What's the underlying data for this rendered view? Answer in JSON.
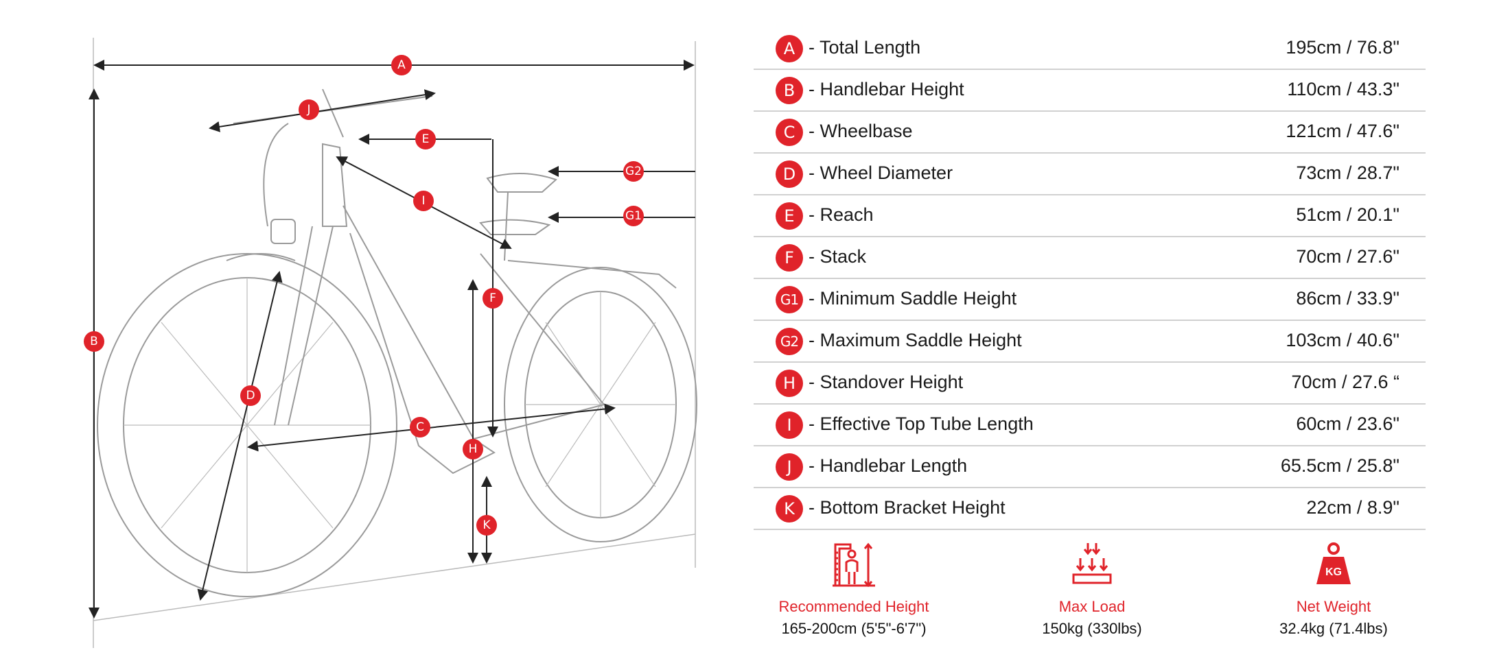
{
  "diagram": {
    "labels": [
      "A",
      "B",
      "C",
      "D",
      "E",
      "F",
      "G1",
      "G2",
      "H",
      "I",
      "J",
      "K"
    ],
    "accent_color": "#e0232a"
  },
  "specs": [
    {
      "key": "A",
      "label": "- Total Length",
      "value": "195cm / 76.8\""
    },
    {
      "key": "B",
      "label": "- Handlebar Height",
      "value": "110cm / 43.3\""
    },
    {
      "key": "C",
      "label": "- Wheelbase",
      "value": "121cm / 47.6\""
    },
    {
      "key": "D",
      "label": "- Wheel Diameter",
      "value": "73cm / 28.7\""
    },
    {
      "key": "E",
      "label": "- Reach",
      "value": "51cm / 20.1\""
    },
    {
      "key": "F",
      "label": "- Stack",
      "value": "70cm / 27.6\""
    },
    {
      "key": "G1",
      "label": "- Minimum Saddle Height",
      "value": "86cm / 33.9\""
    },
    {
      "key": "G2",
      "label": "- Maximum Saddle Height",
      "value": "103cm / 40.6\""
    },
    {
      "key": "H",
      "label": "- Standover Height",
      "value": "70cm / 27.6 “"
    },
    {
      "key": "I",
      "label": "- Effective Top Tube Length",
      "value": "60cm / 23.6\""
    },
    {
      "key": "J",
      "label": "- Handlebar Length",
      "value": "65.5cm / 25.8\""
    },
    {
      "key": "K",
      "label": "- Bottom Bracket Height",
      "value": "22cm / 8.9\""
    }
  ],
  "features": [
    {
      "icon": "height-ruler-icon",
      "label": "Recommended Height",
      "value": "165-200cm (5'5\"-6'7\")"
    },
    {
      "icon": "load-arrows-icon",
      "label": "Max Load",
      "value": "150kg (330lbs)"
    },
    {
      "icon": "kg-weight-icon",
      "label": "Net Weight",
      "value": "32.4kg (71.4lbs)",
      "icon_text": "KG"
    }
  ]
}
